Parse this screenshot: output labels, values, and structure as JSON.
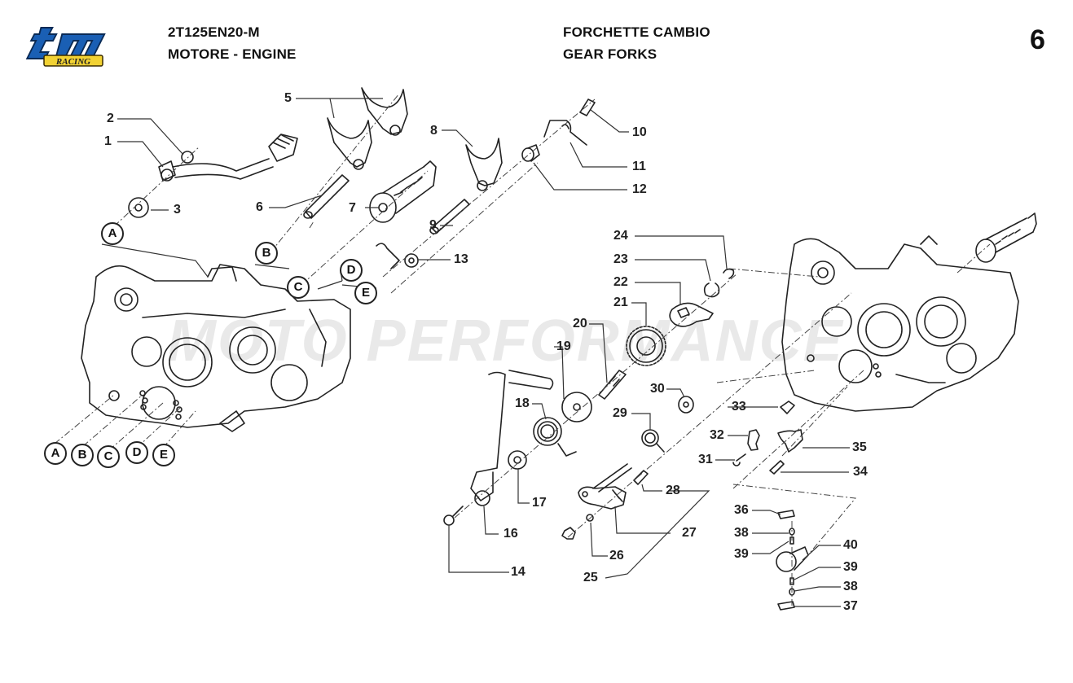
{
  "header": {
    "logo_text": "tm",
    "logo_subtext": "RACING",
    "model_code": "2T125EN20-M",
    "section": "MOTORE - ENGINE",
    "title_it": "FORCHETTE CAMBIO",
    "title_en": "GEAR FORKS",
    "page_number": "6"
  },
  "watermark": "MOTO PERFORMANCE",
  "colors": {
    "logo_blue": "#1a5fb4",
    "logo_yellow": "#f2d233",
    "ink": "#222222"
  },
  "callouts": [
    {
      "id": "c1",
      "text": "1"
    },
    {
      "id": "c2",
      "text": "2"
    },
    {
      "id": "c3",
      "text": "3"
    },
    {
      "id": "c5",
      "text": "5"
    },
    {
      "id": "c6",
      "text": "6"
    },
    {
      "id": "c7",
      "text": "7"
    },
    {
      "id": "c8",
      "text": "8"
    },
    {
      "id": "c9",
      "text": "9"
    },
    {
      "id": "c10",
      "text": "10"
    },
    {
      "id": "c11",
      "text": "11"
    },
    {
      "id": "c12",
      "text": "12"
    },
    {
      "id": "c13",
      "text": "13"
    },
    {
      "id": "c14",
      "text": "14"
    },
    {
      "id": "c16",
      "text": "16"
    },
    {
      "id": "c17",
      "text": "17"
    },
    {
      "id": "c18",
      "text": "18"
    },
    {
      "id": "c19",
      "text": "19"
    },
    {
      "id": "c20",
      "text": "20"
    },
    {
      "id": "c21",
      "text": "21"
    },
    {
      "id": "c22",
      "text": "22"
    },
    {
      "id": "c23",
      "text": "23"
    },
    {
      "id": "c24",
      "text": "24"
    },
    {
      "id": "c25",
      "text": "25"
    },
    {
      "id": "c26",
      "text": "26"
    },
    {
      "id": "c27",
      "text": "27"
    },
    {
      "id": "c28",
      "text": "28"
    },
    {
      "id": "c29",
      "text": "29"
    },
    {
      "id": "c30",
      "text": "30"
    },
    {
      "id": "c31",
      "text": "31"
    },
    {
      "id": "c32",
      "text": "32"
    },
    {
      "id": "c33",
      "text": "33"
    },
    {
      "id": "c34",
      "text": "34"
    },
    {
      "id": "c35",
      "text": "35"
    },
    {
      "id": "c36",
      "text": "36"
    },
    {
      "id": "c37",
      "text": "37"
    },
    {
      "id": "c38a",
      "text": "38"
    },
    {
      "id": "c38b",
      "text": "38"
    },
    {
      "id": "c39a",
      "text": "39"
    },
    {
      "id": "c39b",
      "text": "39"
    },
    {
      "id": "c40",
      "text": "40"
    }
  ],
  "reference_markers": {
    "top": [
      "A",
      "B",
      "C",
      "D",
      "E"
    ],
    "bottom": [
      "A",
      "B",
      "C",
      "D",
      "E"
    ]
  }
}
